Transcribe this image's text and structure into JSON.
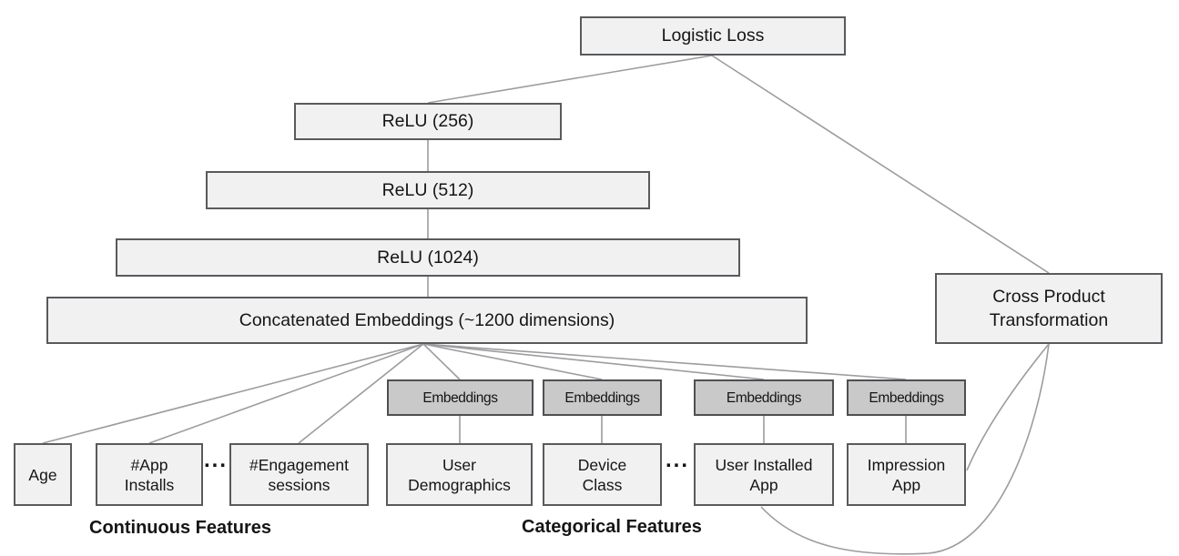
{
  "diagram": {
    "nodes": {
      "logistic_loss": "Logistic Loss",
      "relu_256": "ReLU (256)",
      "relu_512": "ReLU (512)",
      "relu_1024": "ReLU (1024)",
      "concatenated_embeddings": "Concatenated Embeddings (~1200 dimensions)",
      "cross_product_transformation": "Cross Product\nTransformation",
      "embeddings": "Embeddings",
      "age": "Age",
      "app_installs": "#App\nInstalls",
      "engagement_sessions": "#Engagement\nsessions",
      "user_demographics": "User\nDemographics",
      "device_class": "Device\nClass",
      "user_installed_app": "User Installed\nApp",
      "impression_app": "Impression\nApp"
    },
    "group_labels": {
      "continuous": "Continuous Features",
      "categorical": "Categorical Features"
    },
    "ellipsis": "..."
  },
  "colors": {
    "node_fill": "#f1f1f2",
    "node_border": "#595a5c",
    "embedding_fill": "#c9c9ca",
    "edge": "#9d9da0",
    "text": "#151515"
  }
}
